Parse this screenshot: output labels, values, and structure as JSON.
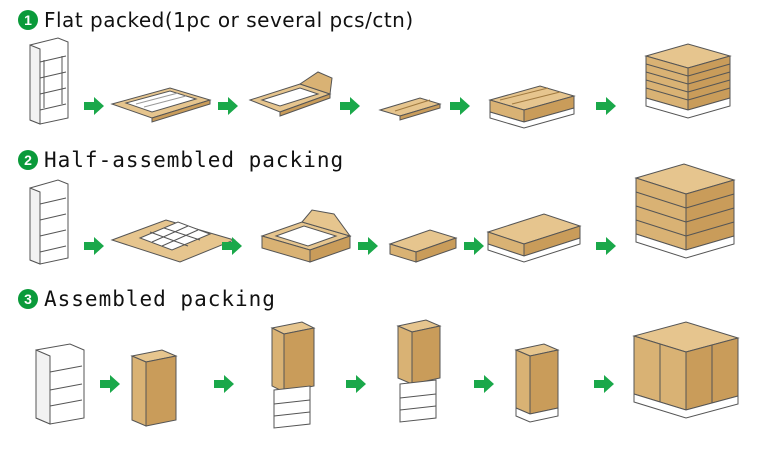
{
  "sections": [
    {
      "number": "1",
      "title": "Flat packed(1pc or several pcs/ctn)"
    },
    {
      "number": "2",
      "title": "Half-assembled packing"
    },
    {
      "number": "3",
      "title": "Assembled packing"
    }
  ],
  "colors": {
    "arrow": "#1aa84a",
    "badge": "#0a9a3a",
    "cardboard": "#e6c58e",
    "cardboard_dark": "#c99c5a",
    "line": "#555555"
  },
  "icons": [
    "display-rack-icon",
    "flat-box-icon",
    "pallet-icon",
    "arrow-right-icon"
  ]
}
